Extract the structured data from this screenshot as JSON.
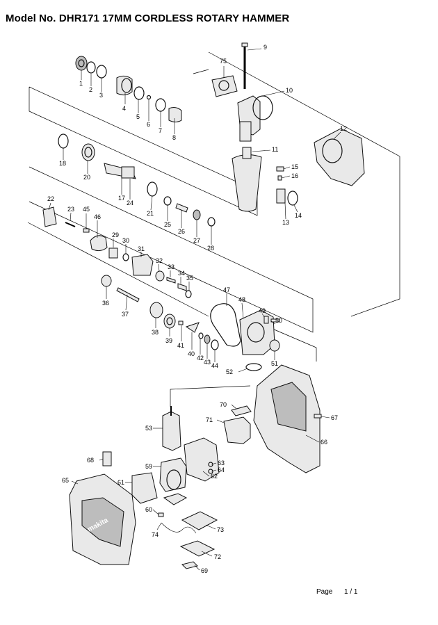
{
  "header": {
    "title": "Model No. DHR171  17MM CORDLESS ROTARY HAMMER"
  },
  "footer": {
    "page_label": "Page",
    "page_value": "1 / 1"
  },
  "callouts": [
    "1",
    "2",
    "3",
    "4",
    "5",
    "6",
    "7",
    "8",
    "9",
    "10",
    "11",
    "12",
    "13",
    "14",
    "15",
    "16",
    "17",
    "18",
    "20",
    "21",
    "22",
    "23",
    "24",
    "25",
    "26",
    "27",
    "28",
    "29",
    "30",
    "31",
    "32",
    "33",
    "34",
    "35",
    "36",
    "37",
    "38",
    "39",
    "40",
    "41",
    "42",
    "43",
    "44",
    "45",
    "46",
    "47",
    "48",
    "49",
    "50",
    "51",
    "52",
    "53",
    "59",
    "60",
    "61",
    "62",
    "63",
    "64",
    "65",
    "66",
    "67",
    "68",
    "69",
    "70",
    "71",
    "72",
    "73",
    "74",
    "75"
  ],
  "logo": {
    "text": "makita"
  }
}
